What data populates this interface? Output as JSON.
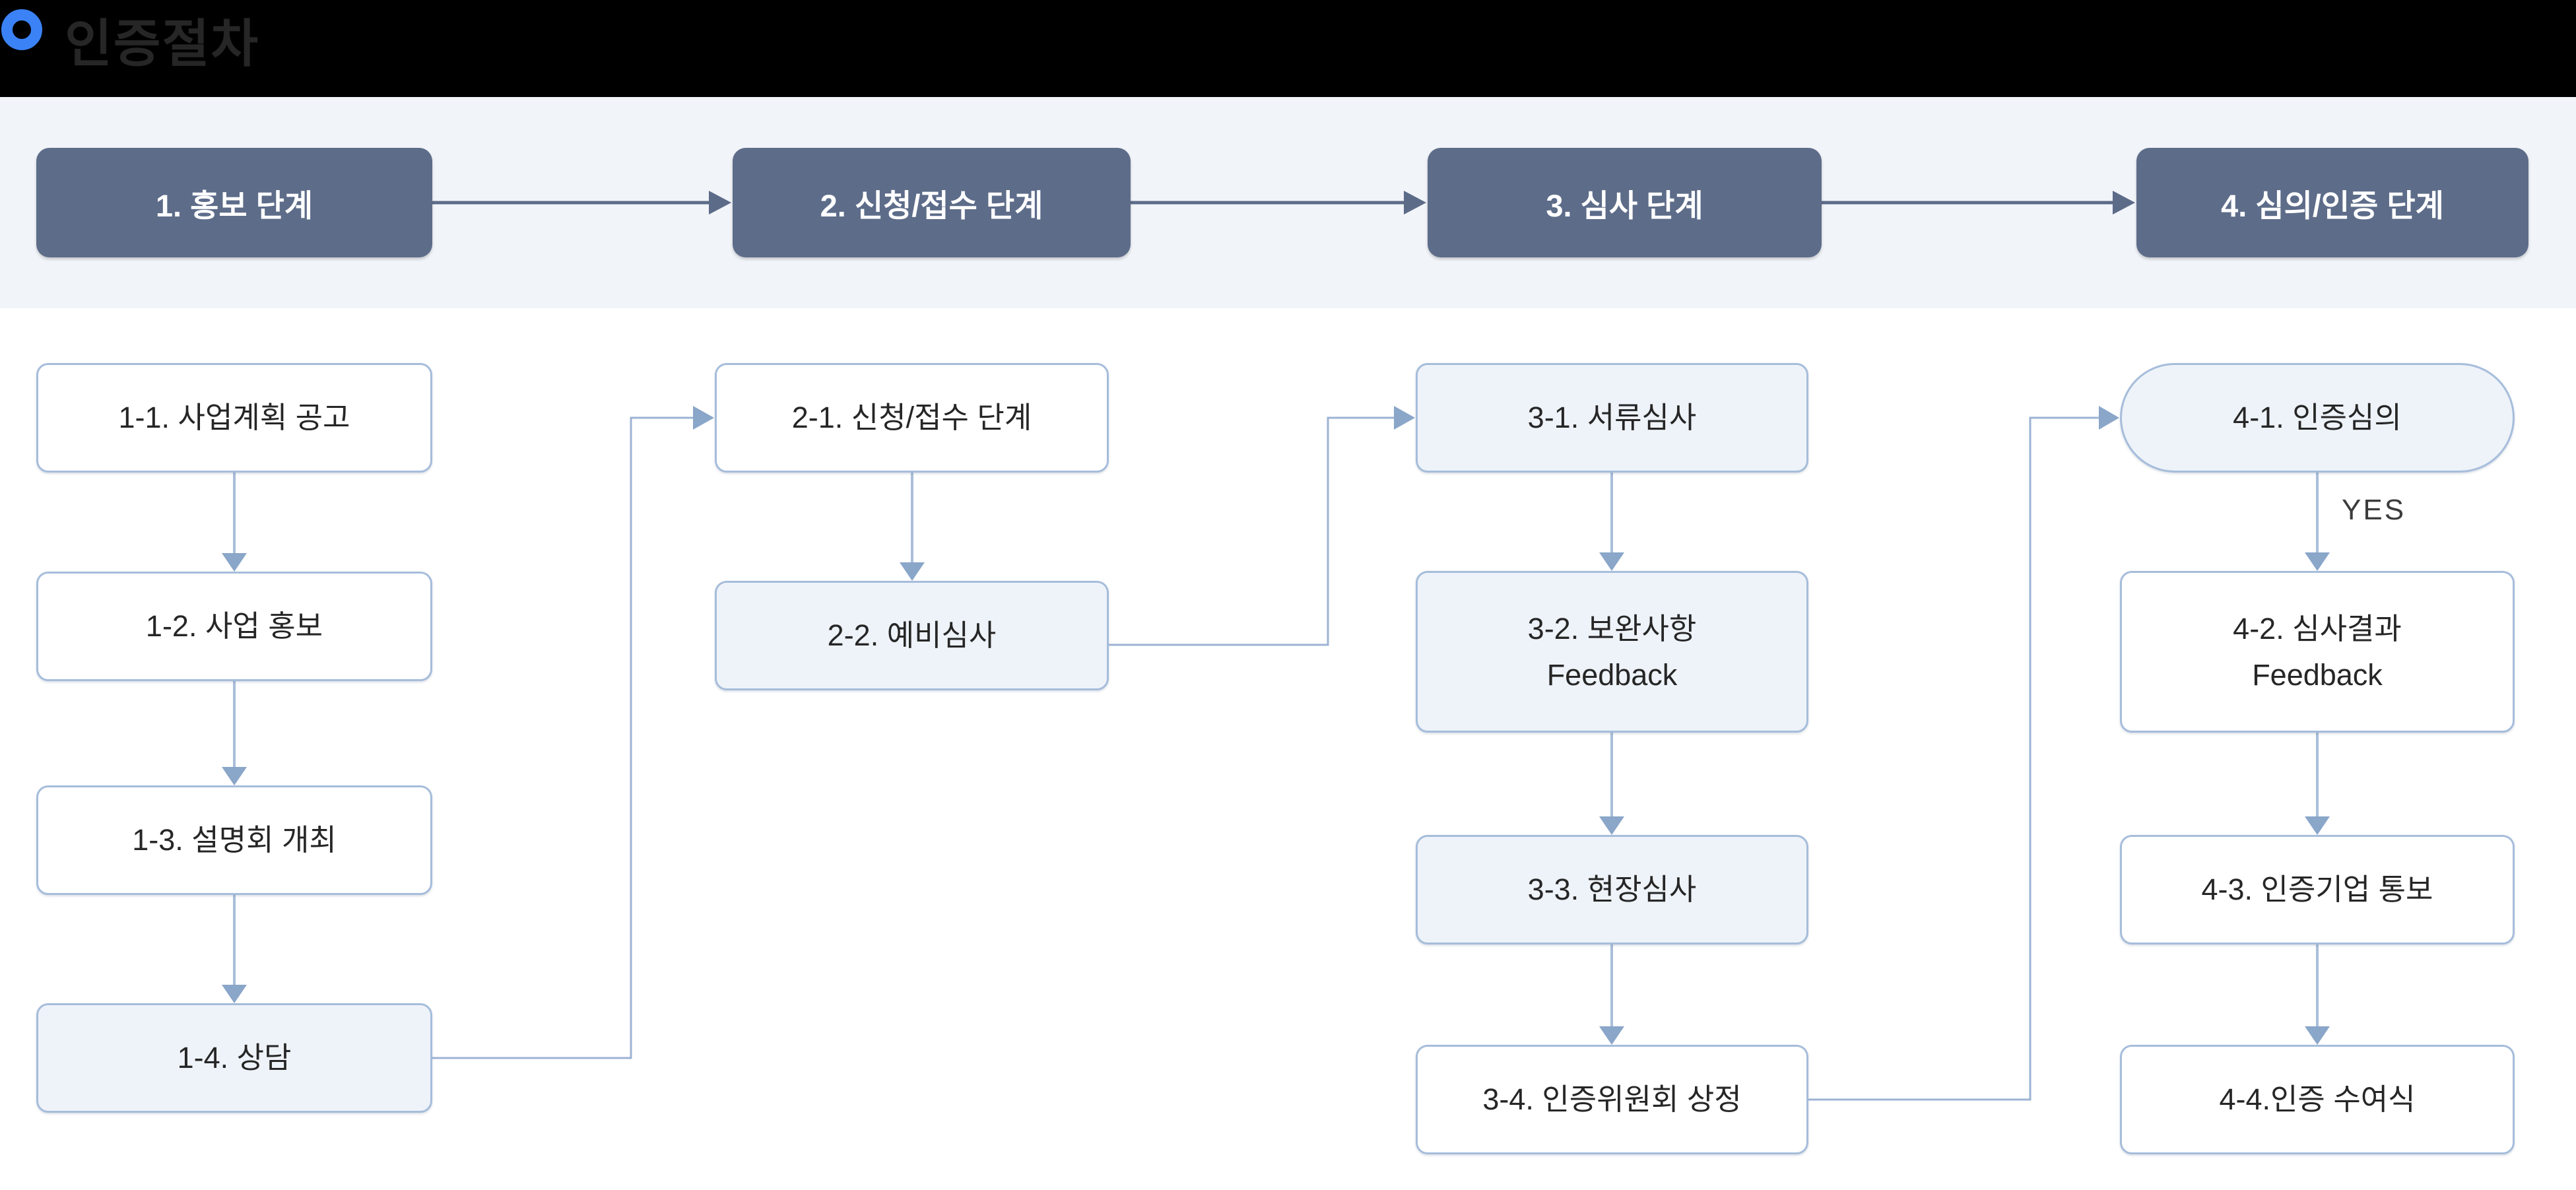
{
  "header": {
    "title": "인증절차"
  },
  "stages": [
    {
      "label": "1. 홍보 단계"
    },
    {
      "label": "2. 신청/접수 단계"
    },
    {
      "label": "3. 심사 단계"
    },
    {
      "label": "4. 심의/인증 단계"
    }
  ],
  "flow": {
    "col1": [
      {
        "label": "1-1. 사업계획 공고"
      },
      {
        "label": "1-2. 사업 홍보"
      },
      {
        "label": "1-3. 설명회 개최"
      },
      {
        "label": "1-4. 상담"
      }
    ],
    "col2": [
      {
        "label": "2-1. 신청/접수 단계"
      },
      {
        "label": "2-2. 예비심사"
      }
    ],
    "col3": [
      {
        "label": "3-1. 서류심사"
      },
      {
        "label": "3-2. 보완사항",
        "label2": "Feedback"
      },
      {
        "label": "3-3. 현장심사"
      },
      {
        "label": "3-4. 인증위원회 상정"
      }
    ],
    "col4": [
      {
        "label": "4-1. 인증심의"
      },
      {
        "label": "4-2. 심사결과",
        "label2": "Feedback"
      },
      {
        "label": "4-3. 인증기업 통보"
      },
      {
        "label": "4-4.인증 수여식"
      }
    ]
  },
  "labels": {
    "yes": "YES"
  },
  "colors": {
    "accent_blue": "#3b82f6",
    "stage_fill": "#5d6c89",
    "stage_arrow": "#5c6b88",
    "band_bg": "#f1f4f9",
    "box_border": "#a6bddb",
    "box_fill_light": "#eef3f9",
    "flow_arrow": "#8aa6c9"
  }
}
